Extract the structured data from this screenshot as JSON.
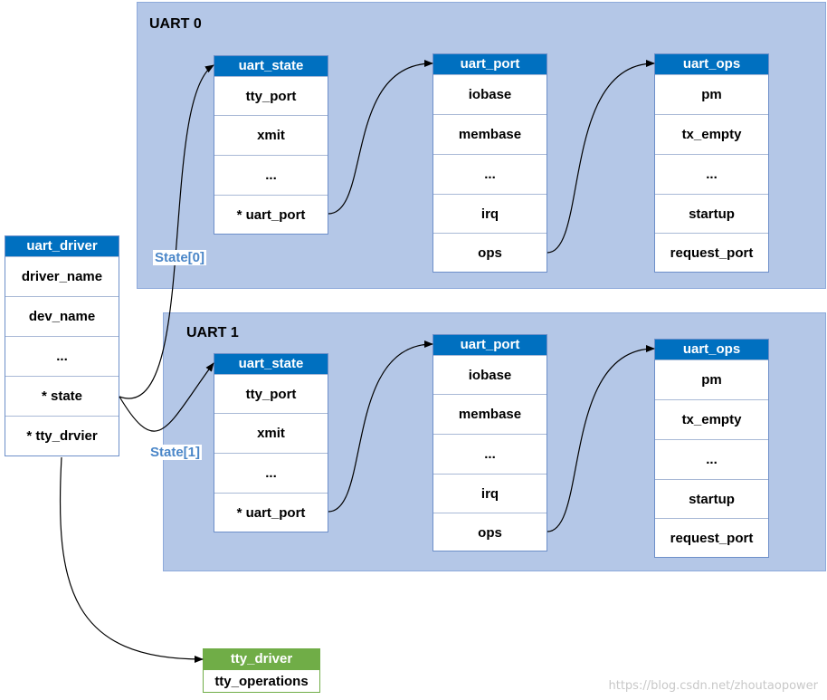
{
  "groups": {
    "uart0": {
      "title": "UART 0"
    },
    "uart1": {
      "title": "UART 1"
    }
  },
  "uart_driver": {
    "header": "uart_driver",
    "fields": [
      "driver_name",
      "dev_name",
      "...",
      "* state",
      "* tty_drvier"
    ]
  },
  "uart0": {
    "uart_state": {
      "header": "uart_state",
      "fields": [
        "tty_port",
        "xmit",
        "...",
        "* uart_port"
      ]
    },
    "uart_port": {
      "header": "uart_port",
      "fields": [
        "iobase",
        "membase",
        "...",
        "irq",
        "ops"
      ]
    },
    "uart_ops": {
      "header": "uart_ops",
      "fields": [
        "pm",
        "tx_empty",
        "...",
        "startup",
        "request_port"
      ]
    }
  },
  "uart1": {
    "uart_state": {
      "header": "uart_state",
      "fields": [
        "tty_port",
        "xmit",
        "...",
        "* uart_port"
      ]
    },
    "uart_port": {
      "header": "uart_port",
      "fields": [
        "iobase",
        "membase",
        "...",
        "irq",
        "ops"
      ]
    },
    "uart_ops": {
      "header": "uart_ops",
      "fields": [
        "pm",
        "tx_empty",
        "...",
        "startup",
        "request_port"
      ]
    }
  },
  "tty_driver": {
    "header": "tty_driver",
    "fields": [
      "tty_operations"
    ]
  },
  "edge_labels": {
    "state0": "State[0]",
    "state1": "State[1]"
  },
  "watermark": "https://blog.csdn.net/zhoutaopower",
  "colors": {
    "group_fill": "#b4c7e7",
    "header_blue": "#0070c0",
    "header_green": "#70ad47",
    "label_blue": "#4a86c8"
  }
}
